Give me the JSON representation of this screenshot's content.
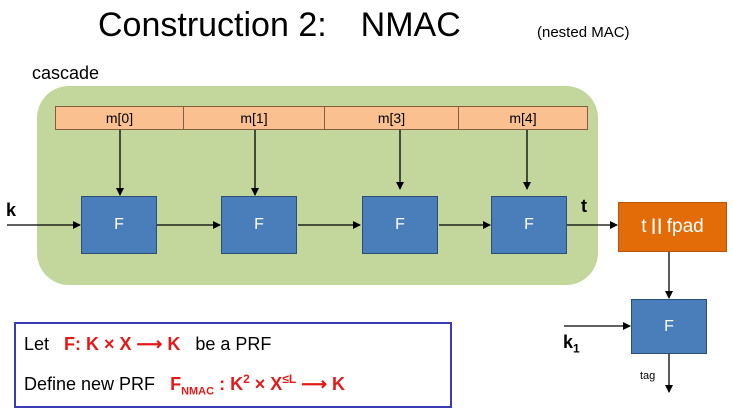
{
  "title": {
    "main": "Construction 2:",
    "name": "NMAC",
    "sub": "(nested MAC)"
  },
  "cascade": {
    "label": "cascade",
    "messages": [
      "m[0]",
      "m[1]",
      "m[3]",
      "m[4]"
    ],
    "f_label": "F",
    "key_label": "k",
    "out_label": "t"
  },
  "outer": {
    "pad_t": "t",
    "pad_bars": "II",
    "pad_fpad": "fpad",
    "f_label": "F",
    "key_label": "k",
    "key_sub": "1",
    "tag_label": "tag"
  },
  "definition": {
    "line1": {
      "prefix": "Let",
      "math": "F: K × X ⟶ K",
      "suffix": "be a PRF"
    },
    "line2": {
      "prefix": "Define new PRF",
      "f": "F",
      "f_sub": "NMAC",
      "colon": " : ",
      "k": "K",
      "k_sup": "2",
      "times": " × X",
      "x_sup": "≤L",
      "arrow": " ⟶ K"
    }
  },
  "colors": {
    "cascade_bg": "#c3d69b",
    "message_cell": "#fac090",
    "f_box": "#4a7ebb",
    "pad_box": "#e36c09",
    "definition_border": "#3b3bb3",
    "math_red": "#e41a1a"
  }
}
